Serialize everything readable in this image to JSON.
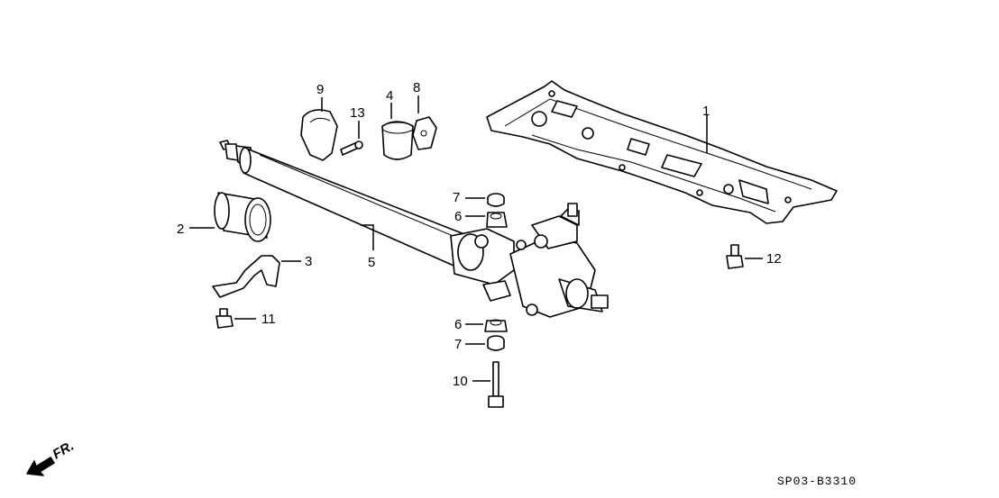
{
  "diagram": {
    "direction_label": "FR.",
    "code": "SP03-B3310",
    "callouts": {
      "c1": "1",
      "c2": "2",
      "c3": "3",
      "c4": "4",
      "c5": "5",
      "c6a": "6",
      "c6b": "6",
      "c7a": "7",
      "c7b": "7",
      "c8": "8",
      "c9": "9",
      "c10": "10",
      "c11": "11",
      "c12": "12",
      "c13": "13"
    }
  }
}
